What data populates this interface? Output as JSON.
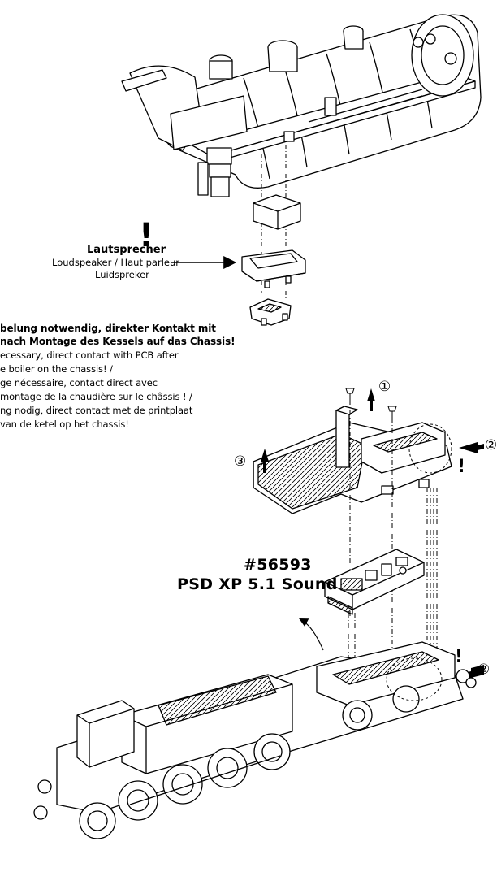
{
  "speaker": {
    "title": "Lautsprecher",
    "line1": "Loudspeaker / Haut parleur",
    "line2": "Luidspreker",
    "mark": "!"
  },
  "warning": {
    "lines": [
      "belung notwendig, direkter Kontakt mit",
      "nach Montage des Kessels auf das Chassis!",
      "ecessary, direct contact with PCB after",
      "e boiler on the chassis! /",
      "ge nécessaire, contact direct avec",
      "montage de la chaudière sur le châssis ! /",
      "ng nodig, direct contact met de printplaat",
      "van de ketel op het chassis!"
    ]
  },
  "decoder": {
    "number": "#56593",
    "name": "PSD XP 5.1 Sound"
  },
  "steps": {
    "one": "①",
    "two": "②",
    "three": "③"
  },
  "marks": {
    "exclamation": "!"
  }
}
